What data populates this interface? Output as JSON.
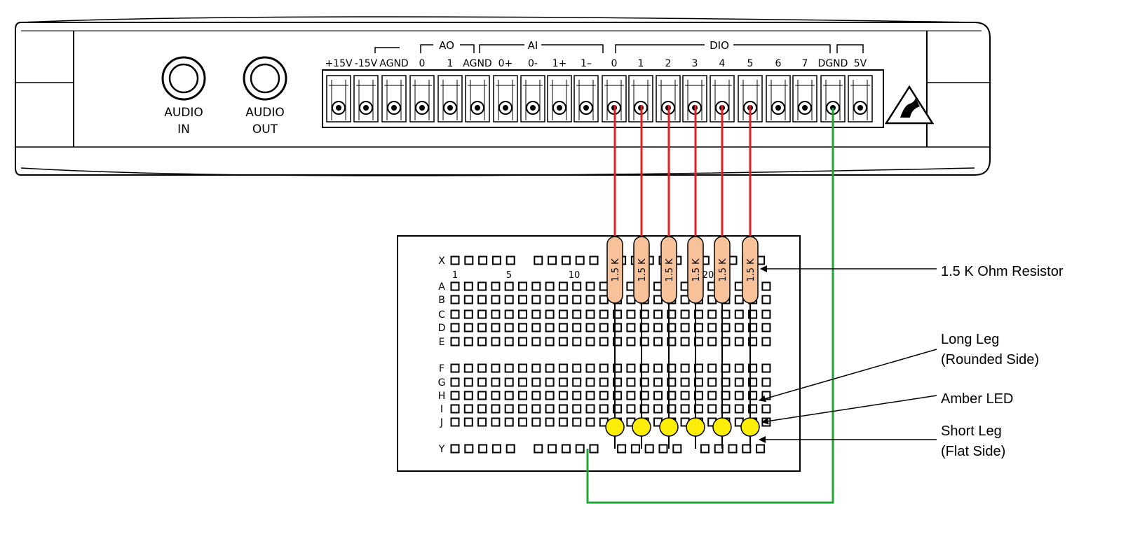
{
  "device": {
    "audio_in": [
      "AUDIO",
      "IN"
    ],
    "audio_out": [
      "AUDIO",
      "OUT"
    ],
    "group_labels": {
      "ao": "AO",
      "ai": "AI",
      "dio": "DIO"
    },
    "pins": [
      "+15V",
      "-15V",
      "AGND",
      "0",
      "1",
      "AGND",
      "0+",
      "0-",
      "1+",
      "1–",
      "0",
      "1",
      "2",
      "3",
      "4",
      "5",
      "6",
      "7",
      "DGND",
      "5V"
    ]
  },
  "breadboard": {
    "rows_top": [
      "A",
      "B",
      "C",
      "D",
      "E"
    ],
    "rows_bottom": [
      "F",
      "G",
      "H",
      "I",
      "J"
    ],
    "rail_top": "X",
    "rail_bottom": "Y",
    "column_numbers": [
      "1",
      "5",
      "10",
      "20"
    ]
  },
  "resistor_text": "1.5 K",
  "resistor_count": 6,
  "led_count": 6,
  "annotations": {
    "resistor": "1.5 K Ohm Resistor",
    "long_leg": [
      "Long Leg",
      "(Rounded Side)"
    ],
    "led": "Amber LED",
    "short_leg": [
      "Short Leg",
      "(Flat Side)"
    ]
  },
  "colors": {
    "signal_wire": "#e31e24",
    "ground_wire": "#1fa437",
    "resistor_body": "#f7c29a",
    "led": "#fdee0a"
  }
}
